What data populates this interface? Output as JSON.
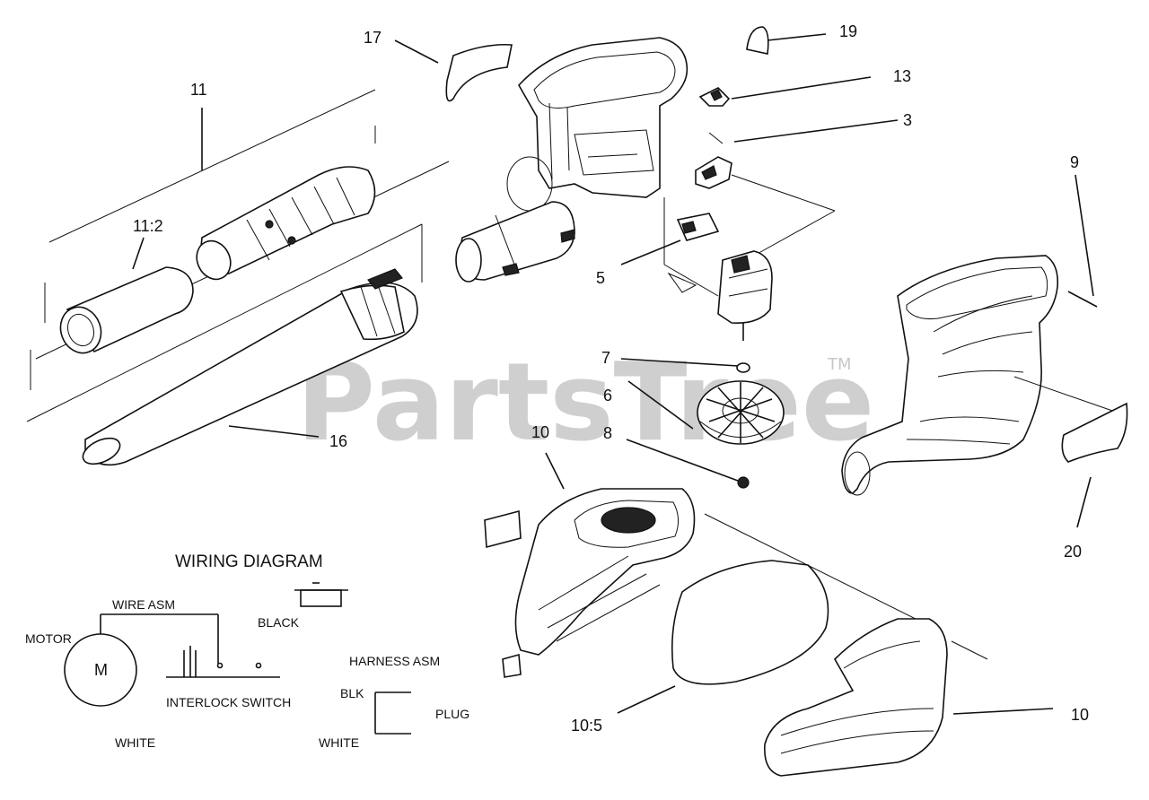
{
  "watermark": {
    "text": "PartsTree",
    "mark": "TM"
  },
  "callouts": {
    "c17": "17",
    "c19": "19",
    "c13": "13",
    "c3": "3",
    "c11": "11",
    "c11_2": "11:2",
    "c9": "9",
    "c5": "5",
    "c7": "7",
    "c6": "6",
    "c8": "8",
    "c10a": "10",
    "c16": "16",
    "c20": "20",
    "c10_5": "10:5",
    "c10b": "10"
  },
  "wiring": {
    "title": "WIRING DIAGRAM",
    "wire_asm": "WIRE ASM",
    "motor": "MOTOR",
    "motor_symbol": "M",
    "black": "BLACK",
    "harness_asm": "HARNESS ASM",
    "interlock_switch": "INTERLOCK SWITCH",
    "blk": "BLK",
    "plug": "PLUG",
    "white_left": "WHITE",
    "white_right": "WHITE"
  }
}
